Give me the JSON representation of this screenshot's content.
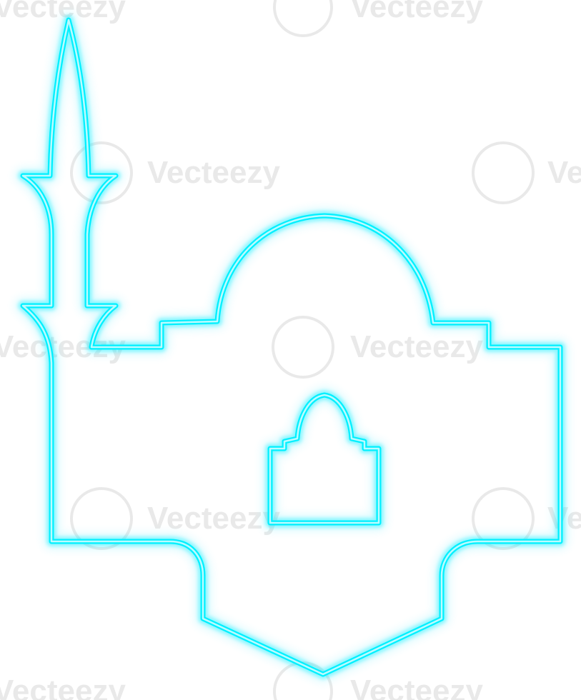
{
  "image": {
    "subject": "mosque",
    "style": "neon outline",
    "background_color": "#ffffff"
  },
  "colors": {
    "neon_core": "#00f0ff",
    "neon_glow": "#33e6ff",
    "neon_inner": "#cffcff",
    "watermark": "#e9e9e9"
  },
  "watermark": {
    "text": "Vecteezy",
    "partial_text": "Ve"
  }
}
